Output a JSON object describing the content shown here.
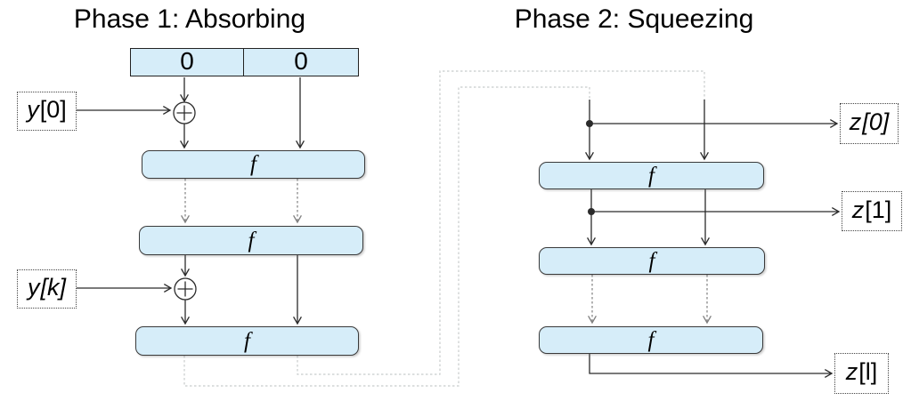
{
  "titles": {
    "phase1": "Phase 1: Absorbing",
    "phase2": "Phase 2: Squeezing"
  },
  "register": {
    "cells": [
      "0",
      "0"
    ]
  },
  "function_label": "f",
  "labels": {
    "y0": {
      "var": "y",
      "index": "[0]"
    },
    "yk": {
      "var": "y",
      "index": "[k]"
    },
    "z0": {
      "var": "z",
      "index": "[0]"
    },
    "z1": {
      "var": "z",
      "index": "[1]"
    },
    "zl": {
      "var": "z",
      "index": "[l]"
    }
  },
  "icons": {
    "xor": "xor-circle-plus",
    "junction": "filled-dot"
  },
  "colors": {
    "box_fill": "#d6edf9",
    "box_border": "#3a3a3a",
    "wire": "#2b2b2b",
    "dashed_arrow": "#808080",
    "wrap_wire": "#c8cccc",
    "background": "#ffffff",
    "text": "#000000"
  }
}
